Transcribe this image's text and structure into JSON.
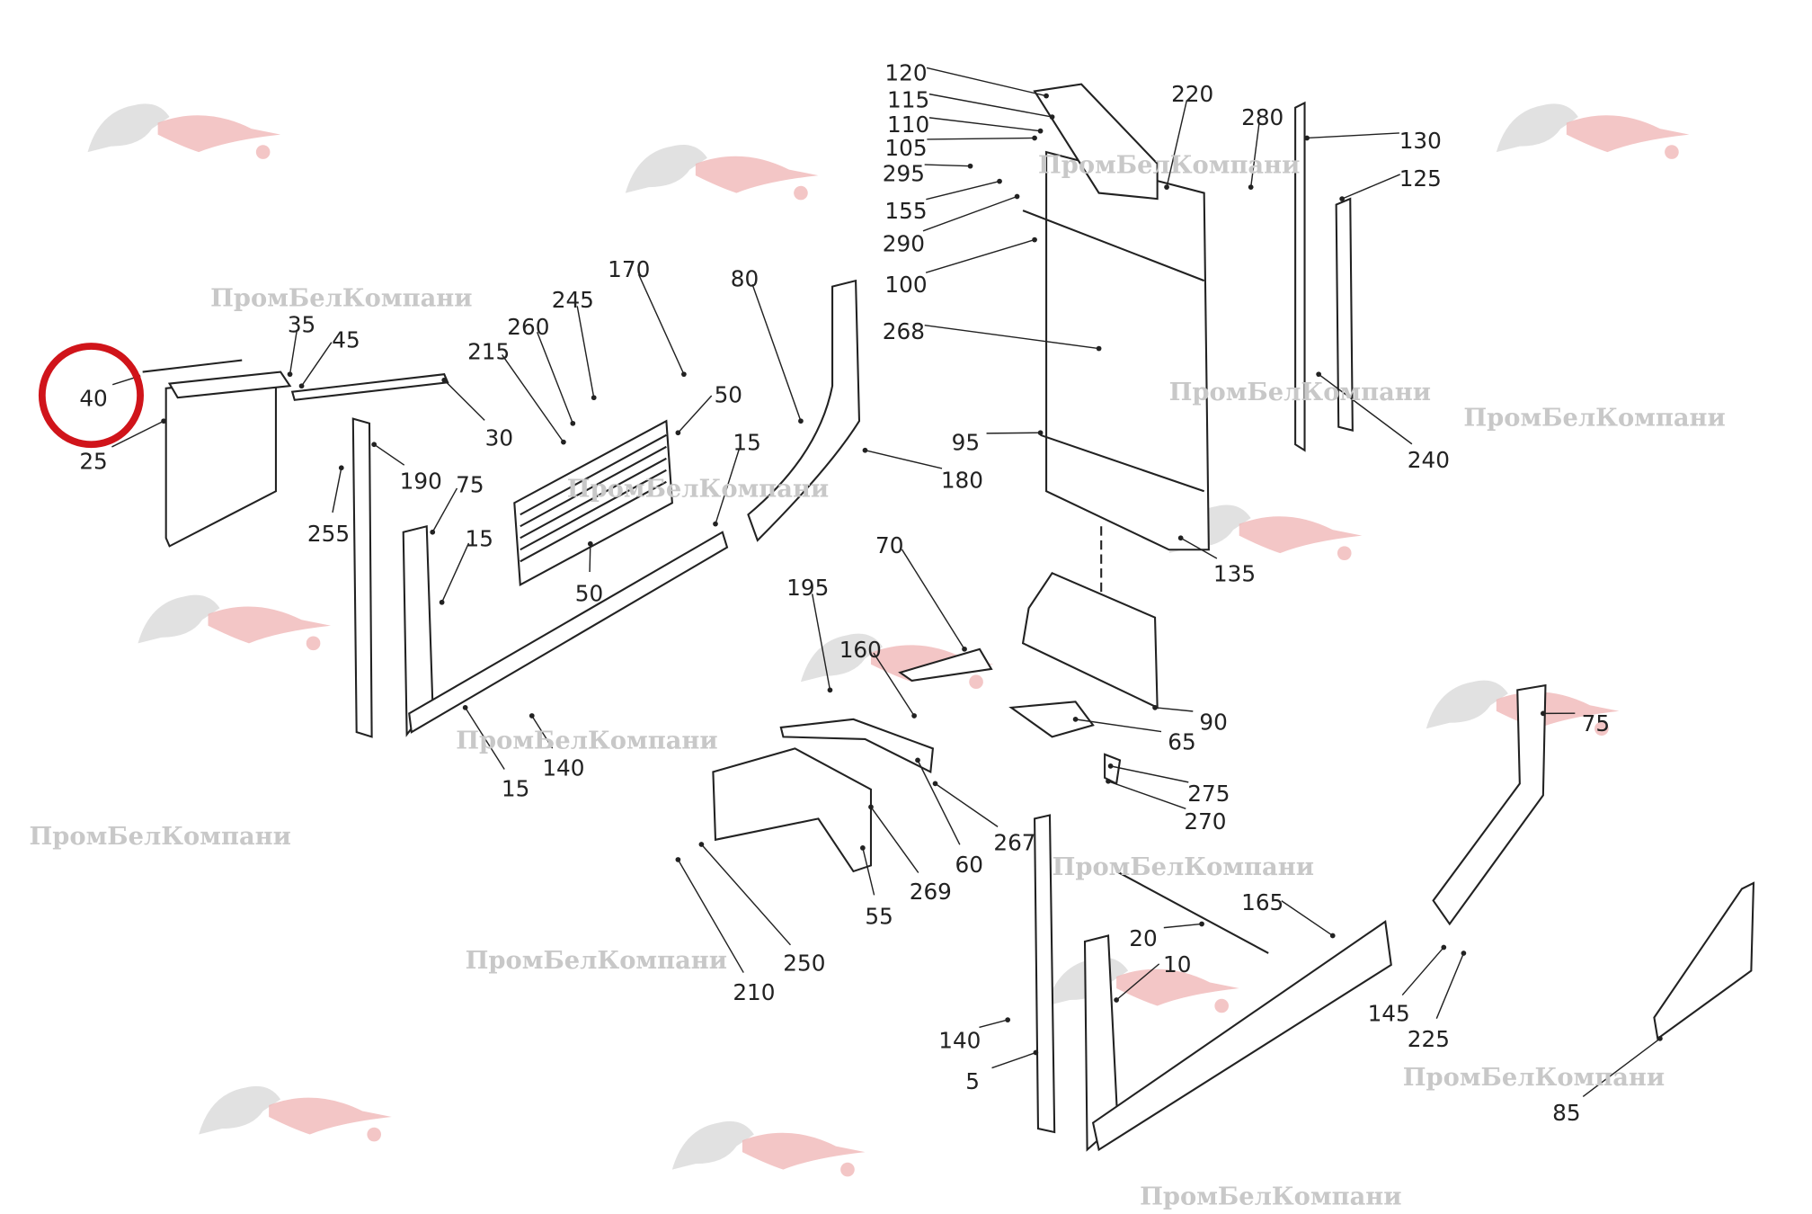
{
  "diagram": {
    "callouts": [
      "120",
      "115",
      "110",
      "105",
      "295",
      "155",
      "290",
      "100",
      "268",
      "95",
      "180",
      "220",
      "280",
      "130",
      "125",
      "240",
      "135",
      "170",
      "80",
      "245",
      "260",
      "215",
      "35",
      "45",
      "40",
      "25",
      "30",
      "50",
      "15",
      "190",
      "75",
      "255",
      "15",
      "50",
      "15",
      "140",
      "70",
      "195",
      "160",
      "90",
      "65",
      "275",
      "270",
      "267",
      "60",
      "269",
      "55",
      "250",
      "210",
      "75",
      "165",
      "20",
      "10",
      "140",
      "5",
      "145",
      "225",
      "85"
    ],
    "highlighted_callout": "40",
    "highlight_color": "#d0141a",
    "watermark_text": "ПромБелКомпани"
  }
}
